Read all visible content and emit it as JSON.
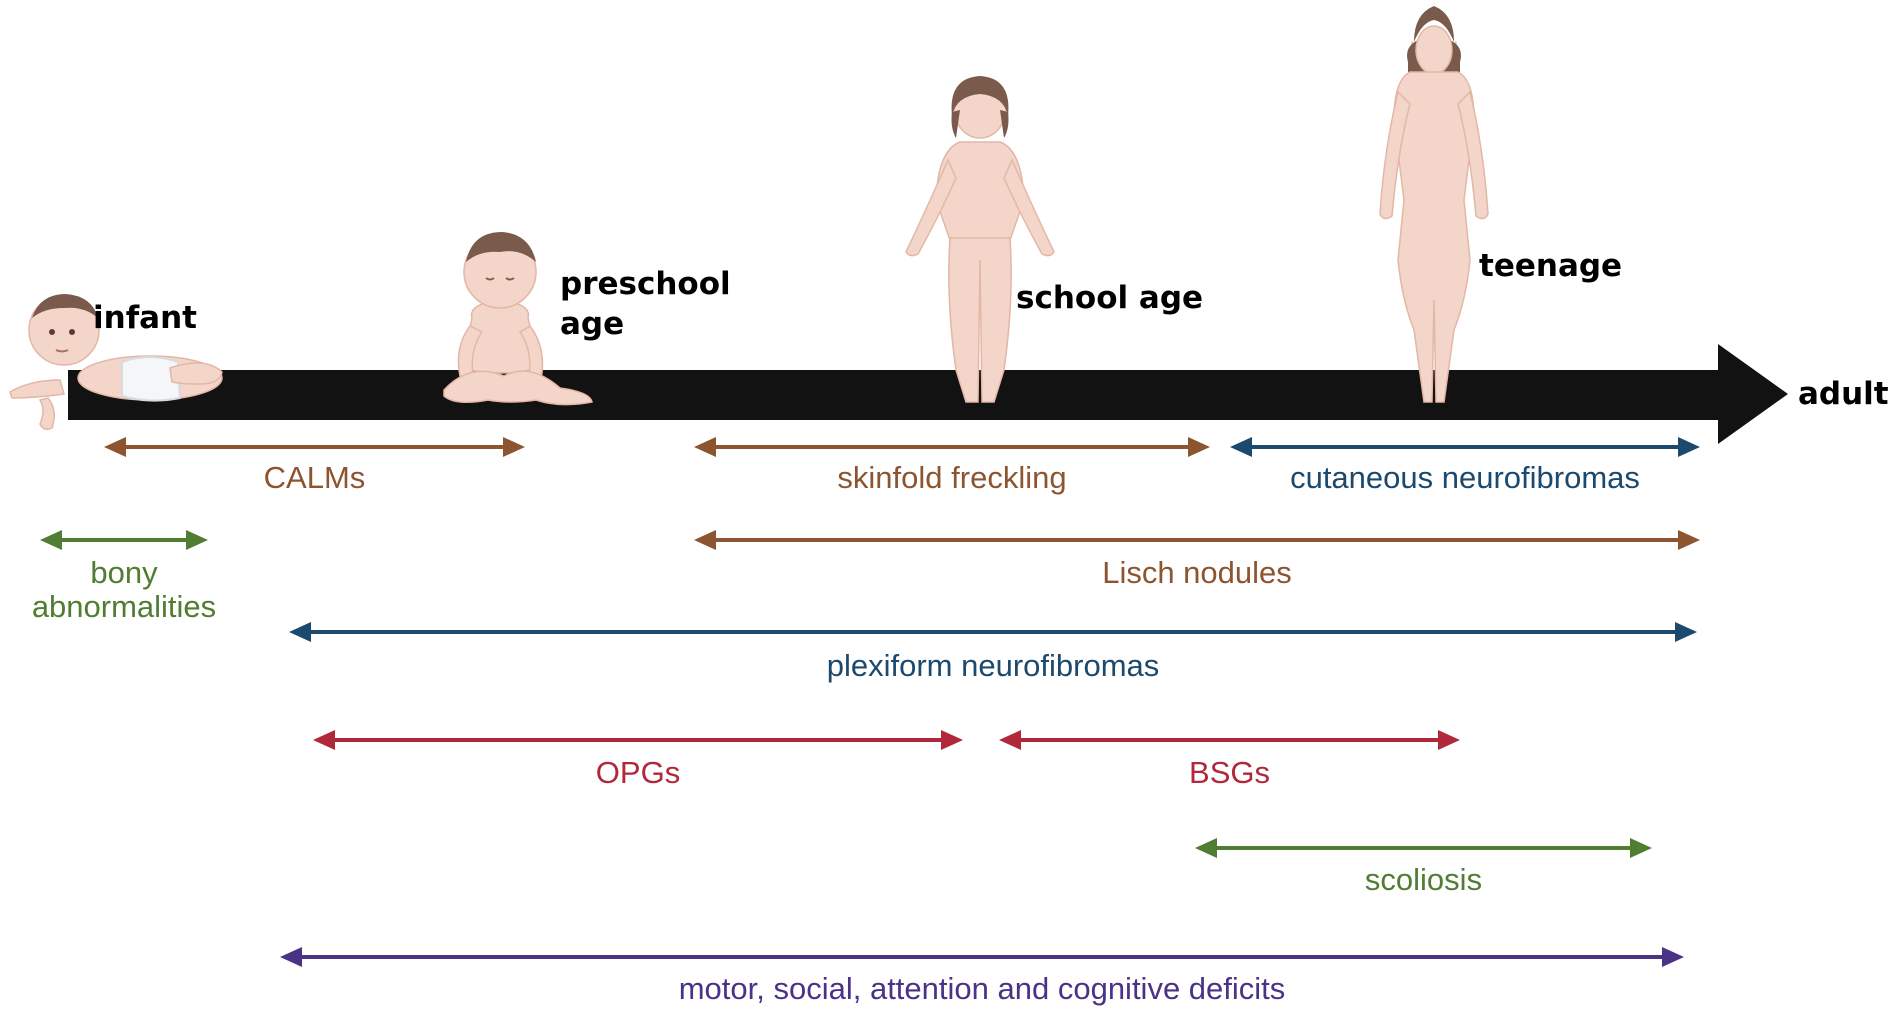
{
  "stages": [
    {
      "id": "infant",
      "lines": [
        "infant"
      ]
    },
    {
      "id": "preschool",
      "lines": [
        "preschool",
        "age"
      ]
    },
    {
      "id": "school",
      "lines": [
        "school age"
      ]
    },
    {
      "id": "teenage",
      "lines": [
        "teenage"
      ]
    },
    {
      "id": "adult",
      "lines": [
        "adult"
      ]
    }
  ],
  "colors": {
    "timeline": "#121212",
    "brown": "#8c5530",
    "navy": "#1b4a6e",
    "green": "#517d33",
    "red": "#b0283a",
    "purple": "#4a3386",
    "skin": "#f3d6c9",
    "hair": "#7a5a4a"
  },
  "features": [
    {
      "id": "calms",
      "lines": [
        "CALMs"
      ],
      "color": "brown"
    },
    {
      "id": "skinfold-freckling",
      "lines": [
        "skinfold freckling"
      ],
      "color": "brown"
    },
    {
      "id": "cutaneous-neurofibromas",
      "lines": [
        "cutaneous neurofibromas"
      ],
      "color": "navy"
    },
    {
      "id": "bony-abnormalities",
      "lines": [
        "bony",
        "abnormalities"
      ],
      "color": "green"
    },
    {
      "id": "lisch-nodules",
      "lines": [
        "Lisch nodules"
      ],
      "color": "brown"
    },
    {
      "id": "plexiform-neurofibromas",
      "lines": [
        "plexiform neurofibromas"
      ],
      "color": "navy"
    },
    {
      "id": "opgs",
      "lines": [
        "OPGs"
      ],
      "color": "red"
    },
    {
      "id": "bsgs",
      "lines": [
        "BSGs"
      ],
      "color": "red"
    },
    {
      "id": "scoliosis",
      "lines": [
        "scoliosis"
      ],
      "color": "green"
    },
    {
      "id": "deficits",
      "lines": [
        "motor, social, attention and cognitive deficits"
      ],
      "color": "purple"
    }
  ]
}
